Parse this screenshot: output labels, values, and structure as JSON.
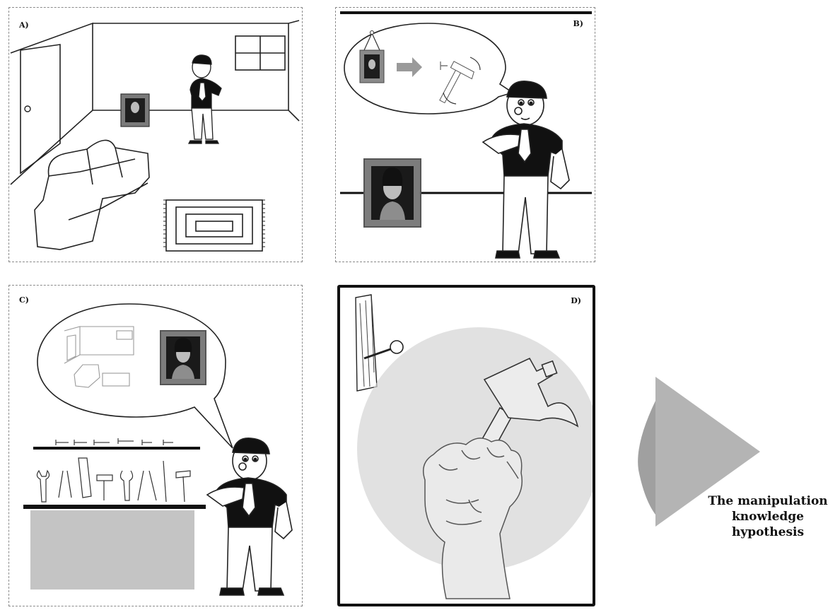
{
  "panels": {
    "a": {
      "label": "A)"
    },
    "b": {
      "label": "B)"
    },
    "c": {
      "label": "C)"
    },
    "d": {
      "label": "D)"
    }
  },
  "hypothesis": {
    "text": "The manipulation knowledge hypothesis"
  }
}
